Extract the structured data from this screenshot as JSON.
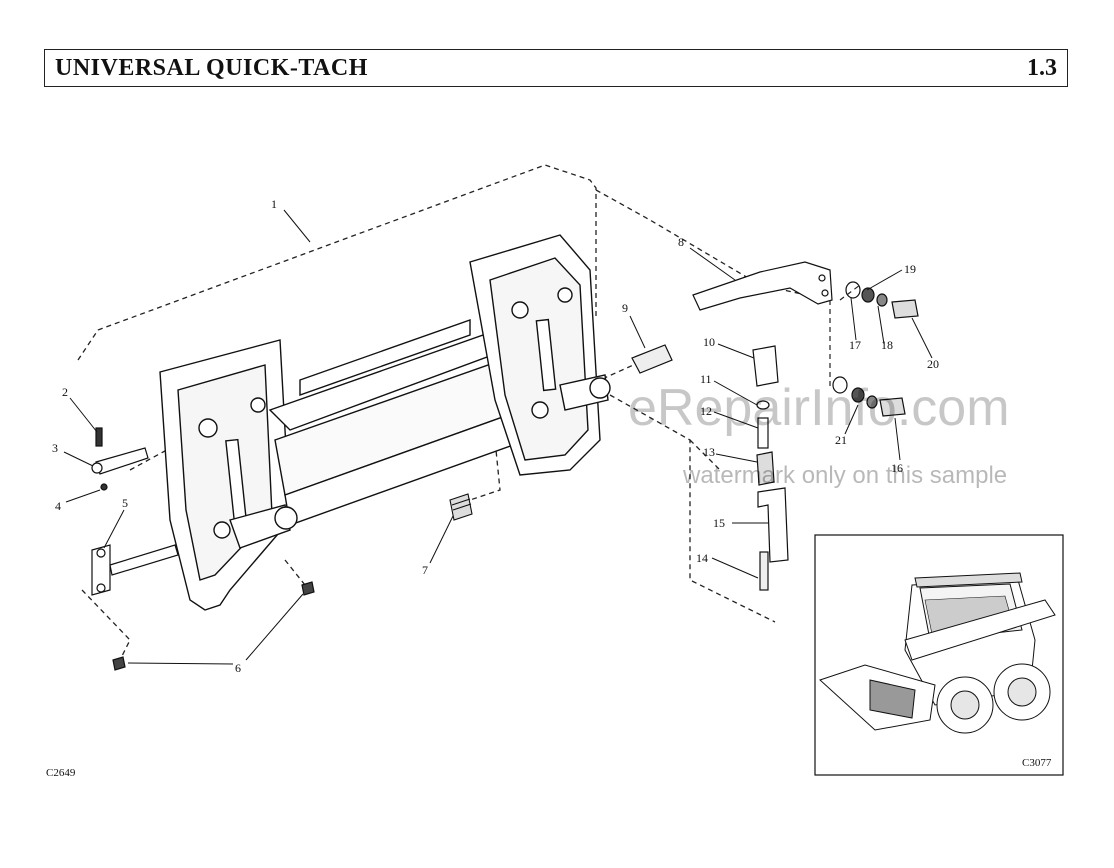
{
  "header": {
    "title": "UNIVERSAL QUICK-TACH",
    "section": "1.3"
  },
  "diagram": {
    "figure_code": "C2649",
    "inset_code": "C3077",
    "callouts": [
      "1",
      "2",
      "3",
      "4",
      "5",
      "6",
      "7",
      "8",
      "9",
      "10",
      "11",
      "12",
      "13",
      "14",
      "15",
      "16",
      "17",
      "18",
      "19",
      "20",
      "21"
    ]
  },
  "watermark": {
    "site": "eRepairInfo.com",
    "note": "watermark only on this sample"
  }
}
